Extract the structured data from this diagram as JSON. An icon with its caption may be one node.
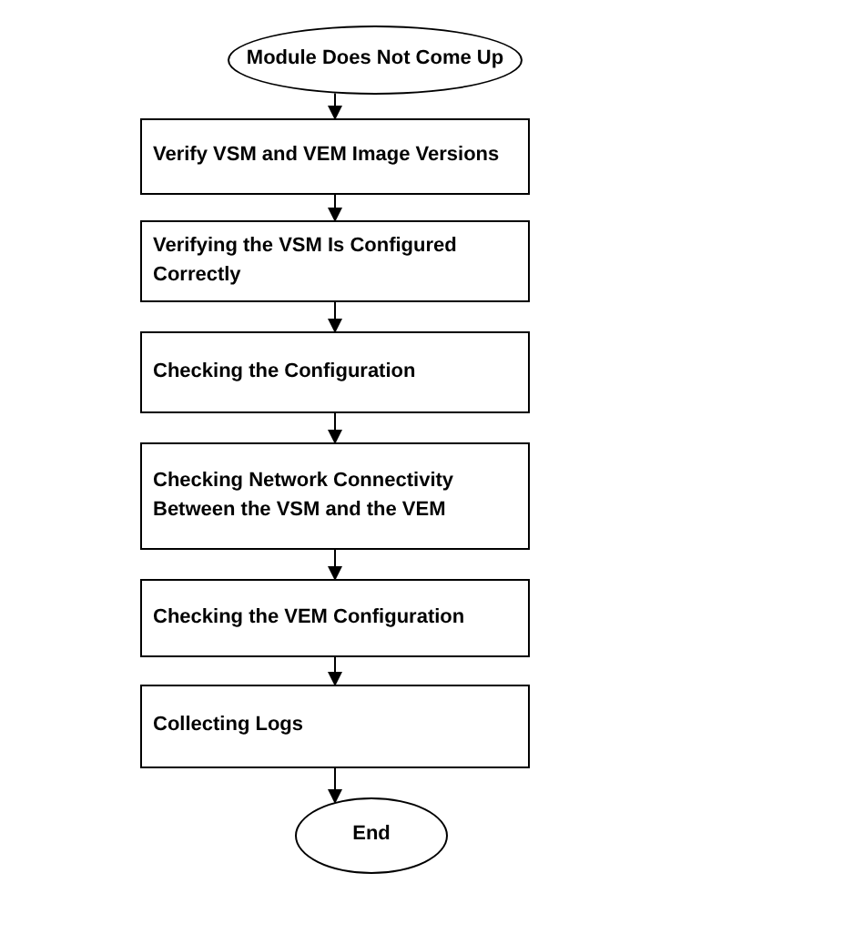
{
  "diagram": {
    "nodes": [
      {
        "text": [
          "Module Does Not Come Up"
        ]
      },
      {
        "text": [
          "Verify VSM and VEM Image Versions"
        ]
      },
      {
        "text": [
          "Verifying the VSM Is Configured Correctly"
        ]
      },
      {
        "text": [
          "Checking the Configuration"
        ]
      },
      {
        "text": [
          "Checking Network Connectivity Between the VSM and the VEM"
        ]
      },
      {
        "text": [
          "Checking the VEM Configuration"
        ]
      },
      {
        "text": [
          "Collecting Logs"
        ]
      },
      {
        "text": [
          "End"
        ]
      }
    ],
    "edges": [
      {
        "from": 0,
        "to": 1,
        "arrow": "to"
      },
      {
        "from": 1,
        "to": 2,
        "arrow": "to"
      },
      {
        "from": 2,
        "to": 3,
        "arrow": "to"
      },
      {
        "from": 3,
        "to": 4,
        "arrow": "to"
      },
      {
        "from": 4,
        "to": 5,
        "arrow": "to"
      },
      {
        "from": 5,
        "to": 6,
        "arrow": "to"
      },
      {
        "from": 6,
        "to": 7,
        "arrow": "to"
      }
    ]
  }
}
